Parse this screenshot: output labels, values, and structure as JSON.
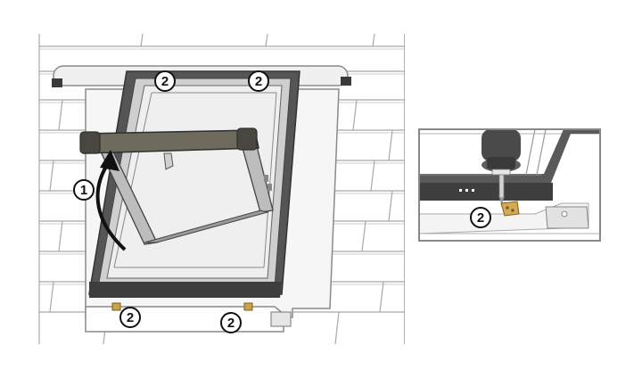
{
  "callouts": {
    "step1": "1",
    "top_left": "2",
    "top_right": "2",
    "bottom_left": "2",
    "bottom_right": "2",
    "inset": "2"
  },
  "colors": {
    "roof_line": "#9a9a9a",
    "frame_dark": "#4a4a4a",
    "sash_top": "#6e6a5e",
    "flashing": "#f2f2f2",
    "glass": "#eeeeee",
    "hinge_brass": "#c9a24a",
    "arrow": "#111111",
    "inset_border": "#888888"
  },
  "icons": [
    "rotate-arrow-icon",
    "screw-bracket-icon",
    "screwdriver-icon"
  ]
}
